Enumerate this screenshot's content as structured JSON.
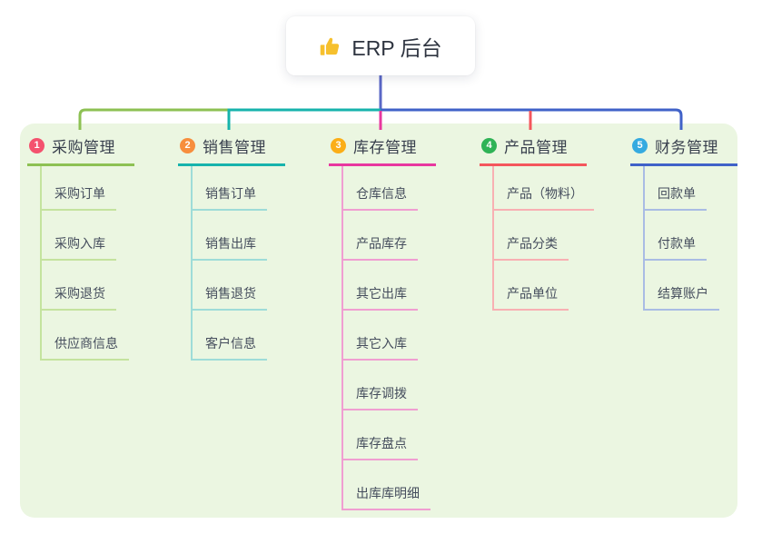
{
  "root": {
    "label": "ERP 后台",
    "icon": "thumbs-up-icon",
    "icon_color": "#f6c02d"
  },
  "branches": [
    {
      "index": "1",
      "label": "采购管理",
      "badge_color": "#f4526e",
      "line_color": "#8dc153",
      "child_line_color": "#c4e39e",
      "children": [
        "采购订单",
        "采购入库",
        "采购退货",
        "供应商信息"
      ]
    },
    {
      "index": "2",
      "label": "销售管理",
      "badge_color": "#f78e3d",
      "line_color": "#16b3ac",
      "child_line_color": "#9edcd8",
      "children": [
        "销售订单",
        "销售出库",
        "销售退货",
        "客户信息"
      ]
    },
    {
      "index": "3",
      "label": "库存管理",
      "badge_color": "#fbae17",
      "line_color": "#e8379f",
      "child_line_color": "#f09ed1",
      "children": [
        "仓库信息",
        "产品库存",
        "其它出库",
        "其它入库",
        "库存调拨",
        "库存盘点",
        "出库库明细"
      ]
    },
    {
      "index": "4",
      "label": "产品管理",
      "badge_color": "#2fb356",
      "line_color": "#f4565c",
      "child_line_color": "#f8b0b3",
      "children": [
        "产品（物料）",
        "产品分类",
        "产品单位"
      ]
    },
    {
      "index": "5",
      "label": "财务管理",
      "badge_color": "#35aae0",
      "line_color": "#4062c8",
      "child_line_color": "#a9bce4",
      "children": [
        "回款单",
        "付款单",
        "结算账户"
      ]
    }
  ],
  "colors": {
    "canvas_bg": "#ffffff",
    "panel_bg": "#ebf6e1",
    "root_trunk": "#5a67c6",
    "rail_left": "#8dc153",
    "rail_mid": "#16b3ac",
    "rail_right": "#4062c8",
    "head_text": "#383f4d",
    "child_text": "#454d5d"
  }
}
